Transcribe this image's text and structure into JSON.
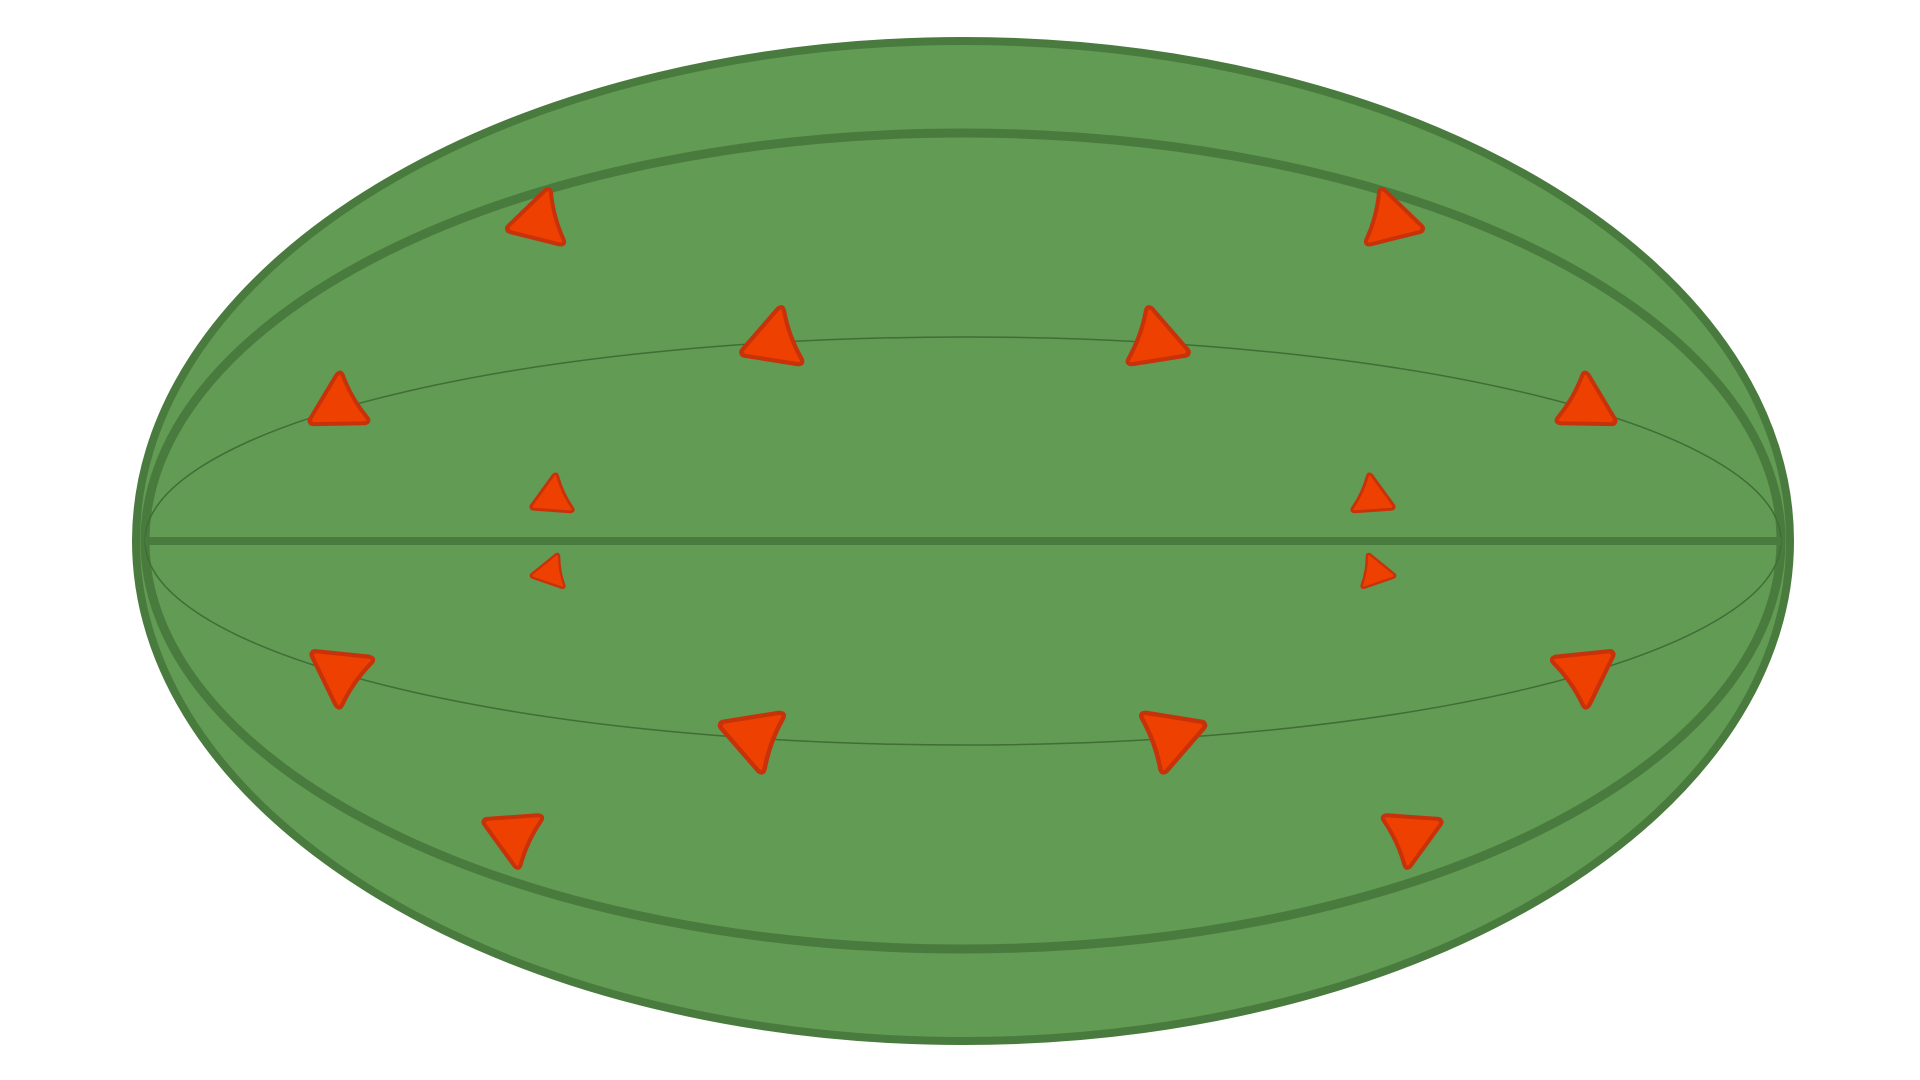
{
  "diagram": {
    "colors": {
      "background": "#ffffff",
      "body_fill": "#629b53",
      "body_stroke": "#4a7b3e",
      "latitude_line": "#3f6e36",
      "arrow_fill": "#ee4000",
      "arrow_stroke": "#c8320a"
    },
    "arrows": [
      {
        "id": "arrow-upper-left-outer",
        "direction": "left"
      },
      {
        "id": "arrow-upper-right-outer",
        "direction": "right"
      },
      {
        "id": "arrow-upper-left-inner",
        "direction": "left"
      },
      {
        "id": "arrow-upper-right-inner",
        "direction": "right"
      },
      {
        "id": "arrow-upper-left-edge",
        "direction": "left"
      },
      {
        "id": "arrow-upper-right-edge",
        "direction": "right"
      },
      {
        "id": "arrow-near-equator-upper-left",
        "direction": "left"
      },
      {
        "id": "arrow-near-equator-upper-right",
        "direction": "right"
      },
      {
        "id": "arrow-near-equator-lower-left",
        "direction": "left"
      },
      {
        "id": "arrow-near-equator-lower-right",
        "direction": "right"
      },
      {
        "id": "arrow-lower-left-edge",
        "direction": "left"
      },
      {
        "id": "arrow-lower-right-edge",
        "direction": "right"
      },
      {
        "id": "arrow-lower-left-inner",
        "direction": "left"
      },
      {
        "id": "arrow-lower-right-inner",
        "direction": "right"
      },
      {
        "id": "arrow-lower-left-outer",
        "direction": "left"
      },
      {
        "id": "arrow-lower-right-outer",
        "direction": "right"
      }
    ]
  }
}
